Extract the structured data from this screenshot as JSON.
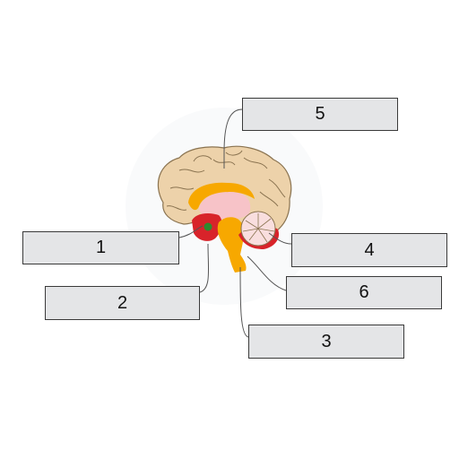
{
  "labels": [
    {
      "id": "5",
      "text": "5"
    },
    {
      "id": "1",
      "text": "1"
    },
    {
      "id": "4",
      "text": "4"
    },
    {
      "id": "6",
      "text": "6"
    },
    {
      "id": "2",
      "text": "2"
    },
    {
      "id": "3",
      "text": "3"
    }
  ],
  "colors": {
    "cortex": "#edd2aa",
    "cortex_outline": "#8a7350",
    "corpus_callosum": "#f7a800",
    "thalamus": "#f7c3c8",
    "brainstem": "#f7a800",
    "hypothalamus": "#d8232a",
    "cerebellum": "#f9dede",
    "cerebellum_base": "#d8232a",
    "pituitary": "#2e8b2e",
    "label_box": "#e4e5e7",
    "leader_line": "#555555"
  }
}
